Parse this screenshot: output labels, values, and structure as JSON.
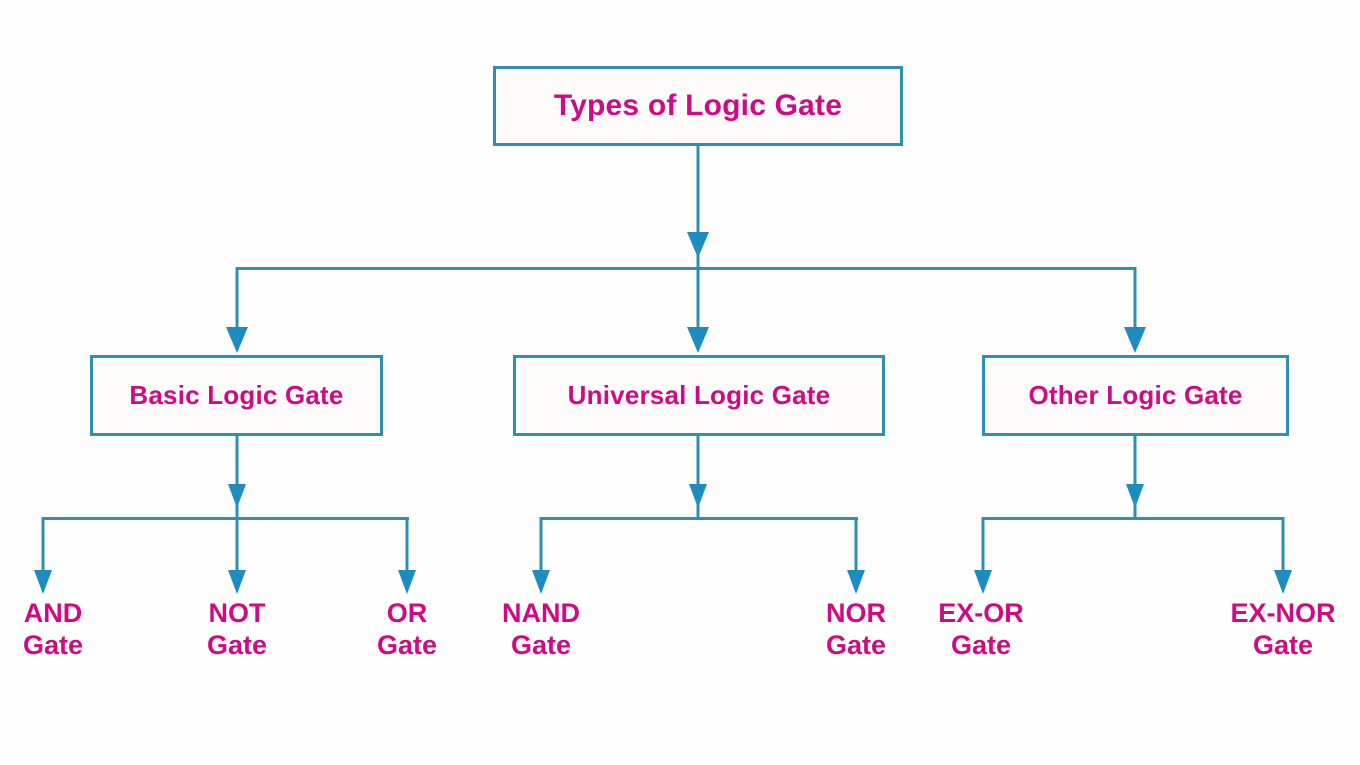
{
  "diagram": {
    "title_box": {
      "label": "Types of Logic Gate"
    },
    "categories": [
      {
        "label": "Basic Logic Gate"
      },
      {
        "label": "Universal Logic Gate"
      },
      {
        "label": "Other Logic Gate"
      }
    ],
    "leaves": [
      {
        "line1": "AND",
        "line2": "Gate"
      },
      {
        "line1": "NOT",
        "line2": "Gate"
      },
      {
        "line1": "OR",
        "line2": "Gate"
      },
      {
        "line1": "NAND",
        "line2": "Gate"
      },
      {
        "line1": "NOR",
        "line2": "Gate"
      },
      {
        "line1": "EX-OR",
        "line2": "Gate"
      },
      {
        "line1": "EX-NOR",
        "line2": "Gate"
      }
    ],
    "colors": {
      "text": "#cf0a85",
      "border": "#2e8fb3",
      "connector": "#3a8caa",
      "arrow": "#1f8cc0",
      "background": "#fefeff"
    }
  }
}
